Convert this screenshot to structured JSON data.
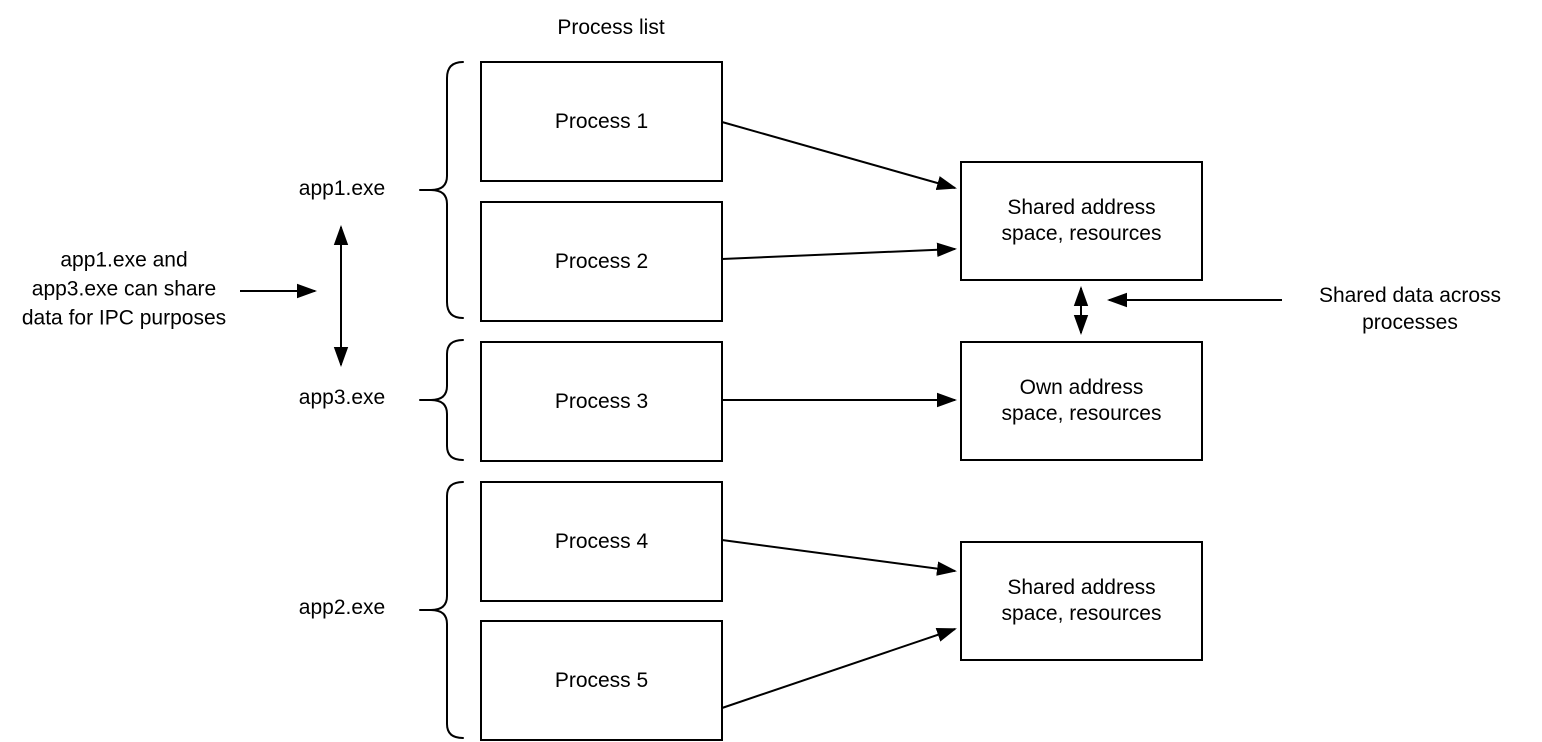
{
  "title": "Process list",
  "group_labels": [
    {
      "label": "app1.exe"
    },
    {
      "label": "app3.exe"
    },
    {
      "label": "app2.exe"
    }
  ],
  "processes": [
    {
      "label": "Process 1"
    },
    {
      "label": "Process 2"
    },
    {
      "label": "Process 3"
    },
    {
      "label": "Process 4"
    },
    {
      "label": "Process 5"
    }
  ],
  "address_boxes": [
    {
      "lines": [
        "Shared address",
        "space, resources"
      ]
    },
    {
      "lines": [
        "Own address",
        "space, resources"
      ]
    },
    {
      "lines": [
        "Shared address",
        "space, resources"
      ]
    }
  ],
  "annotations": {
    "left": {
      "lines": [
        "app1.exe and",
        "app3.exe can share",
        "data for IPC purposes"
      ]
    },
    "right": {
      "lines": [
        "Shared data across",
        "processes"
      ]
    }
  },
  "colors": {
    "stroke": "#000000",
    "text": "#000000",
    "background": "#ffffff"
  }
}
